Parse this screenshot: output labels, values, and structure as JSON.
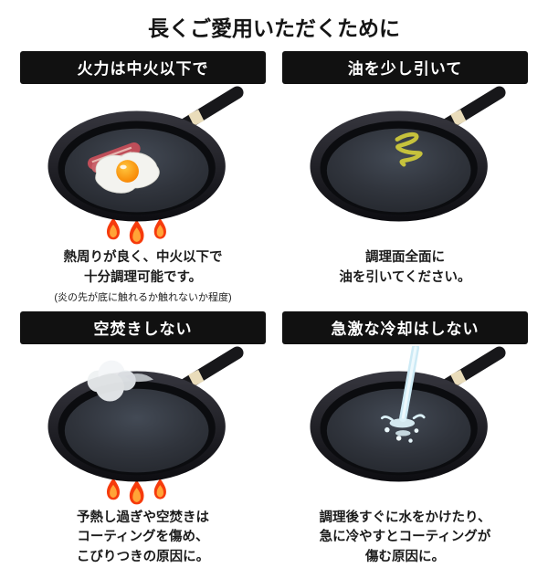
{
  "title": "長くご愛用いただくために",
  "panels": [
    {
      "id": "heat",
      "header": "火力は中火以下で",
      "caption": "熱周りが良く、中火以下で\n十分調理可能です。",
      "note": "(炎の先が底に触れるか触れないか程度)",
      "illustration": "frying-pan-with-fried-egg-and-bacon-over-flames"
    },
    {
      "id": "oil",
      "header": "油を少し引いて",
      "caption": "調理面全面に\n油を引いてください。",
      "illustration": "frying-pan-with-oil-drizzle"
    },
    {
      "id": "dry-heating",
      "header": "空焚きしない",
      "caption": "予熱し過ぎや空焚きは\nコーティングを傷め、\nこびりつきの原因に。",
      "illustration": "empty-smoking-frying-pan-over-flames"
    },
    {
      "id": "rapid-cooling",
      "header": "急激な冷却はしない",
      "caption": "調理後すぐに水をかけたり、\n急に冷やすとコーティングが\n傷む原因に。",
      "illustration": "frying-pan-with-water-being-poured"
    }
  ],
  "colors": {
    "header_bg": "#111111",
    "header_text": "#ffffff",
    "body_text": "#1b1b1b",
    "flame": "#f63b0c",
    "egg_yolk": "#f78300",
    "oil": "#c6c23c",
    "water": "#cdeaf5"
  }
}
